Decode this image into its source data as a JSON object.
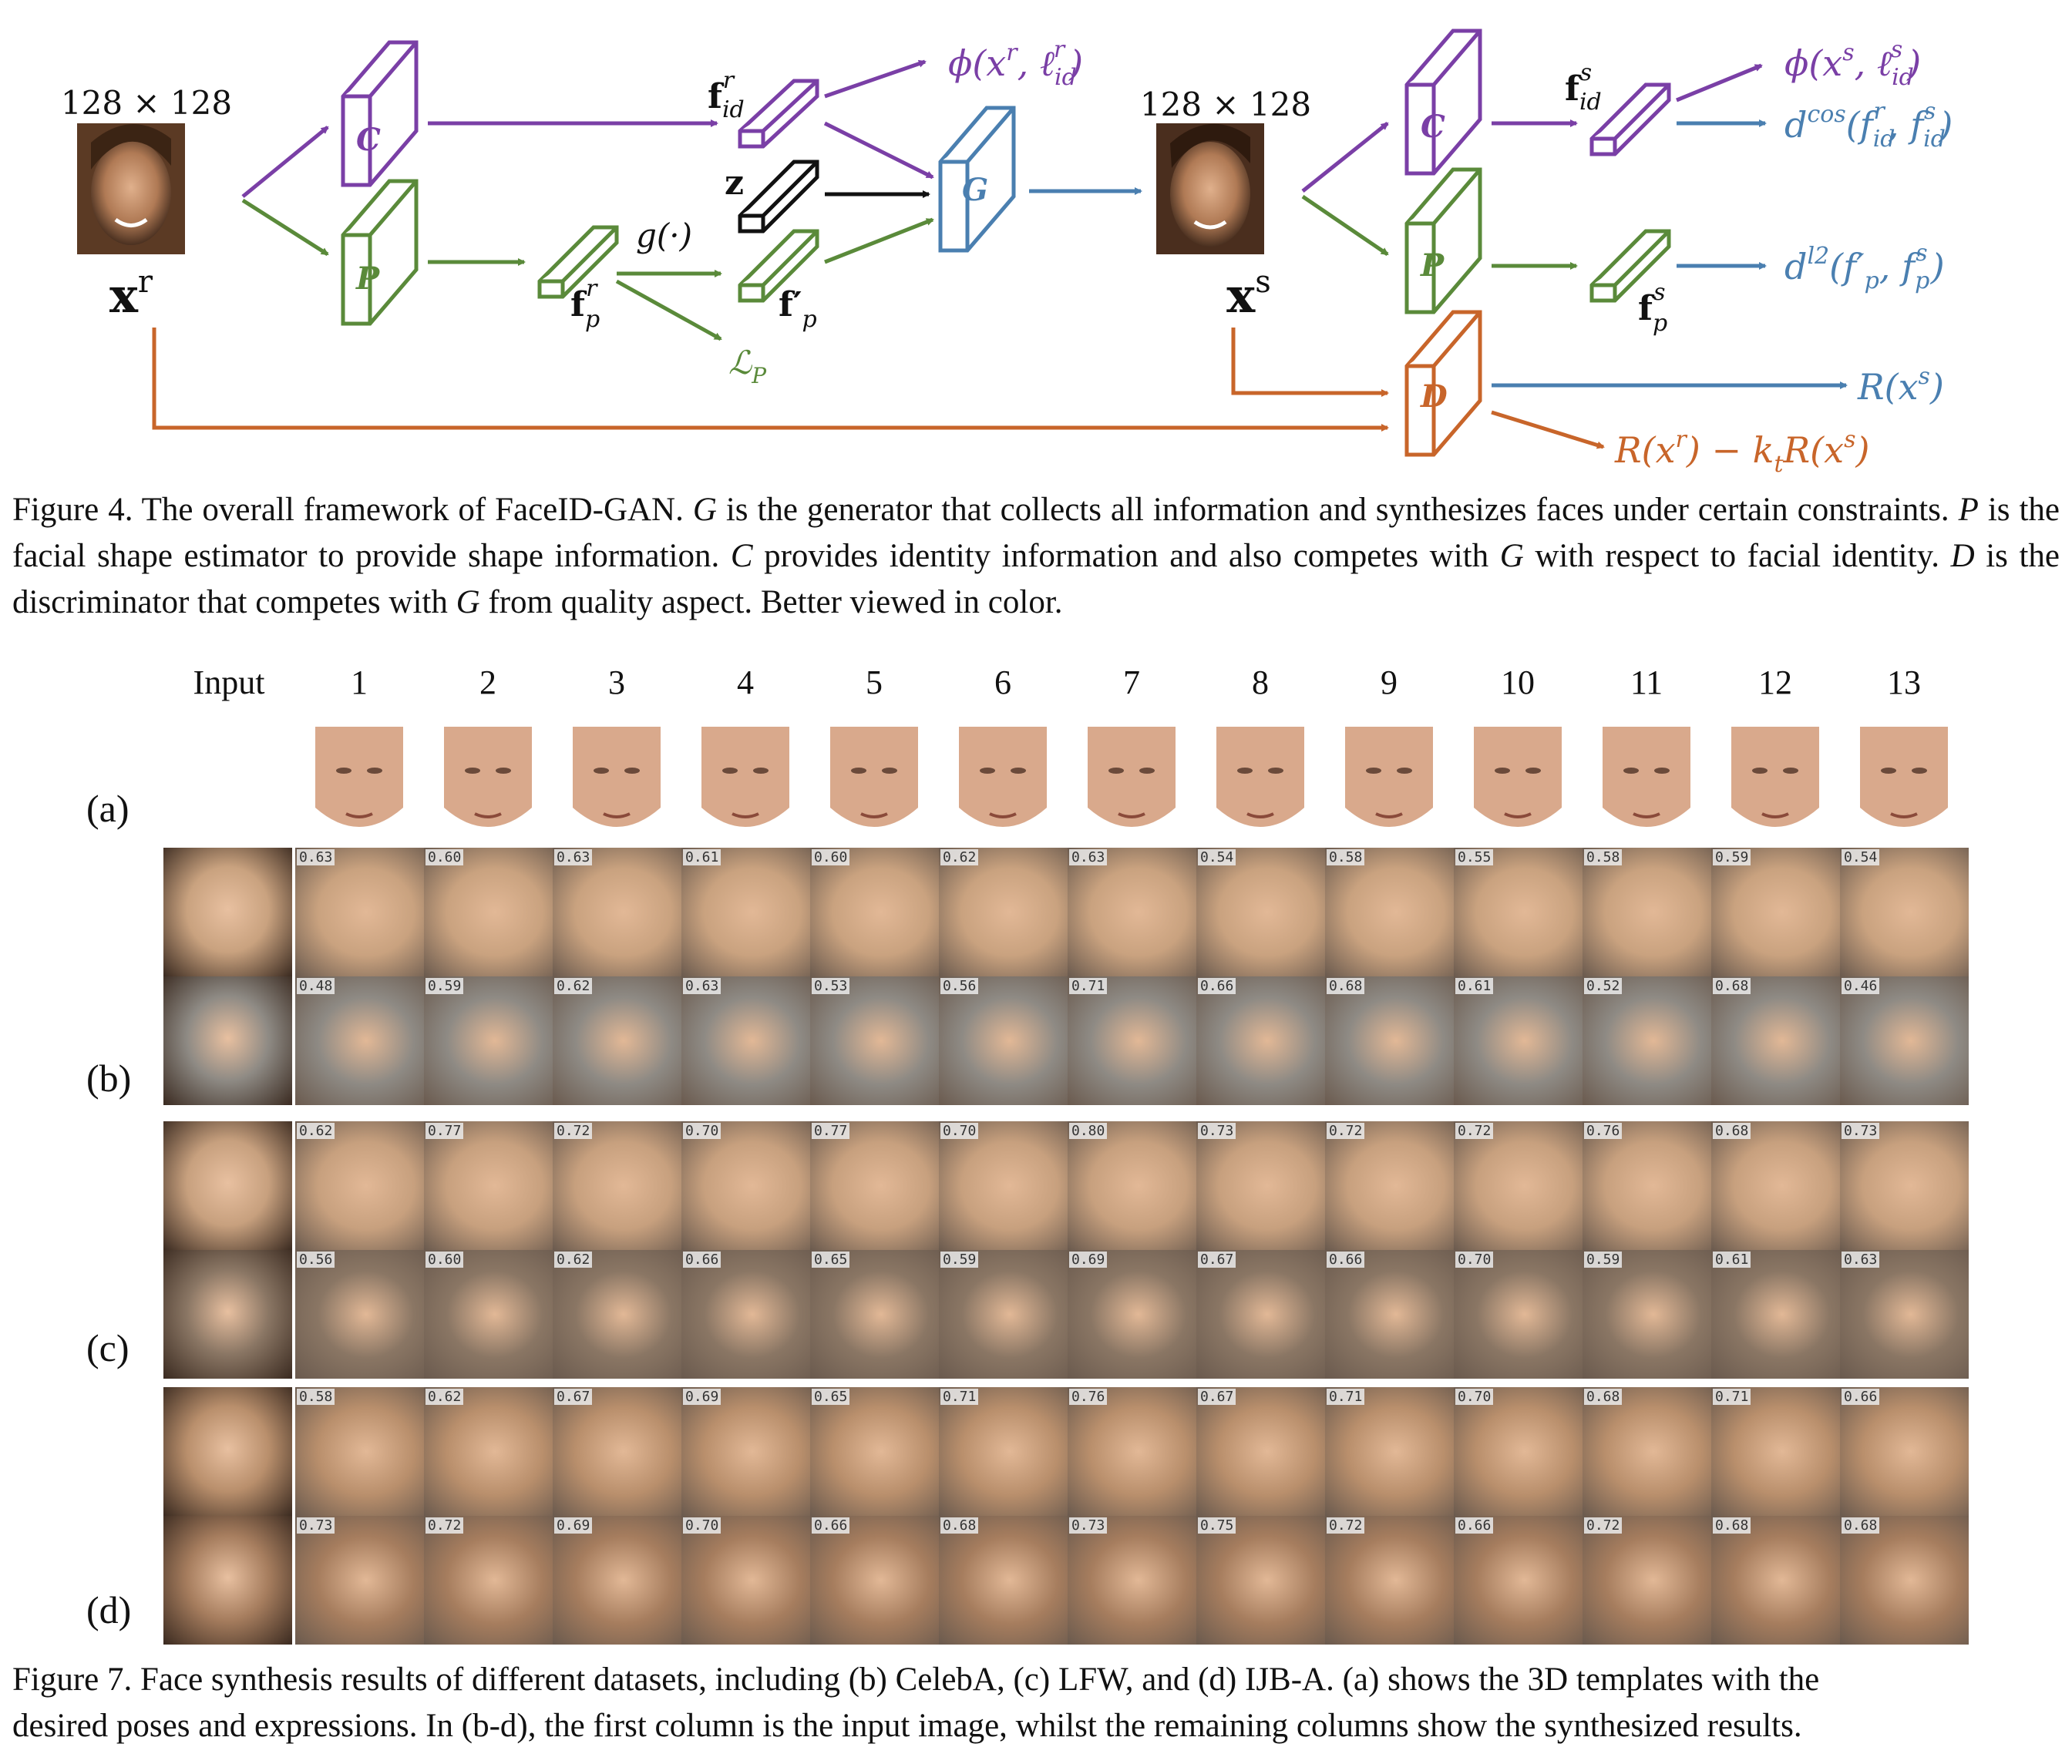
{
  "fig4": {
    "size_left": "128 × 128",
    "size_right": "128 × 128",
    "xr": "x",
    "xr_sup": "r",
    "xs": "x",
    "xs_sup": "s",
    "box_C": "C",
    "box_P": "P",
    "box_G": "G",
    "box_D": "D",
    "f_id_r": "f",
    "f_id_r_sub": "id",
    "f_id_r_sup": "r",
    "z": "z",
    "f_p_r": "f",
    "f_p_r_sub": "p",
    "f_p_r_sup": "r",
    "g": "g(·)",
    "f_p_prime": "f′",
    "f_p_prime_sub": "p",
    "L_P": "ℒ",
    "L_P_sub": "P",
    "phi_r": "ϕ(x",
    "phi_r_sup": "r",
    "phi_r_mid": ", ℓ",
    "phi_r_sub": "id",
    "phi_r_sup2": "r",
    "phi_r_end": ")",
    "f_id_s": "f",
    "f_id_s_sub": "id",
    "f_id_s_sup": "s",
    "f_p_s": "f",
    "f_p_s_sub": "p",
    "f_p_s_sup": "s",
    "phi_s": "ϕ(x",
    "phi_s_sup": "s",
    "phi_s_mid": ", ℓ",
    "phi_s_sub": "id",
    "phi_s_sup2": "s",
    "phi_s_end": ")",
    "dcos": "d",
    "dcos_sup": "cos",
    "dcos_args": "(f",
    "dcos_a1sub": "id",
    "dcos_a1sup": "r",
    "dcos_mid": ", f",
    "dcos_a2sub": "id",
    "dcos_a2sup": "s",
    "dcos_end": ")",
    "dl2": "d",
    "dl2_sup": "l2",
    "dl2_args": "(f′",
    "dl2_a1sub": "p",
    "dl2_mid": ", f",
    "dl2_a2sub": "p",
    "dl2_a2sup": "s",
    "dl2_end": ")",
    "Rxs": "R(x",
    "Rxs_sup": "s",
    "Rxs_end": ")",
    "Rdiff_a": "R(x",
    "Rdiff_a_sup": "r",
    "Rdiff_b": ") − k",
    "Rdiff_b_sub": "t",
    "Rdiff_c": "R(x",
    "Rdiff_c_sup": "s",
    "Rdiff_end": ")",
    "colors": {
      "purple": "#7a3fa6",
      "green": "#5a8a3a",
      "blue": "#4a7fb0",
      "orange": "#c8652a",
      "black": "#111111"
    }
  },
  "caption4": {
    "lead": "Figure 4. The overall framework of FaceID-GAN. ",
    "G1": "G",
    "t1": " is the generator that collects all information and synthesizes faces under certain constraints. ",
    "P": "P",
    "t2": " is the facial shape estimator to provide shape information. ",
    "C": "C",
    "t3": " provides identity information and also competes with ",
    "G2": "G",
    "t4": " with respect to facial identity. ",
    "D": "D",
    "t5": " is the discriminator that competes with ",
    "G3": "G",
    "t6": " from quality aspect. Better viewed in color."
  },
  "fig7": {
    "input_label": "Input",
    "columns": [
      "1",
      "2",
      "3",
      "4",
      "5",
      "6",
      "7",
      "8",
      "9",
      "10",
      "11",
      "12",
      "13"
    ],
    "row_labels": [
      "(a)",
      "(b)",
      "(c)",
      "(d)"
    ],
    "scores": [
      [
        "0.63",
        "0.60",
        "0.63",
        "0.61",
        "0.60",
        "0.62",
        "0.63",
        "0.54",
        "0.58",
        "0.55",
        "0.58",
        "0.59",
        "0.54"
      ],
      [
        "0.48",
        "0.59",
        "0.62",
        "0.63",
        "0.53",
        "0.56",
        "0.71",
        "0.66",
        "0.68",
        "0.61",
        "0.52",
        "0.68",
        "0.46"
      ],
      [
        "0.62",
        "0.77",
        "0.72",
        "0.70",
        "0.77",
        "0.70",
        "0.80",
        "0.73",
        "0.72",
        "0.72",
        "0.76",
        "0.68",
        "0.73"
      ],
      [
        "0.56",
        "0.60",
        "0.62",
        "0.66",
        "0.65",
        "0.59",
        "0.69",
        "0.67",
        "0.66",
        "0.70",
        "0.59",
        "0.61",
        "0.63"
      ],
      [
        "0.58",
        "0.62",
        "0.67",
        "0.69",
        "0.65",
        "0.71",
        "0.76",
        "0.67",
        "0.71",
        "0.70",
        "0.68",
        "0.71",
        "0.66"
      ],
      [
        "0.73",
        "0.72",
        "0.69",
        "0.70",
        "0.66",
        "0.68",
        "0.73",
        "0.75",
        "0.72",
        "0.66",
        "0.72",
        "0.68",
        "0.68"
      ]
    ],
    "tile_colors": [
      "#c9a27f",
      "#8e8a84",
      "#c7a07e",
      "#8a7664",
      "#b98f6c",
      "#a67d5e"
    ]
  },
  "caption7": {
    "line1": "Figure 7. Face synthesis results of different datasets, including (b) CelebA, (c) LFW, and (d) IJB-A. (a) shows the 3D templates with the",
    "line2": "desired poses and expressions. In (b-d), the first column is the input image, whilst the remaining columns show the synthesized results."
  }
}
